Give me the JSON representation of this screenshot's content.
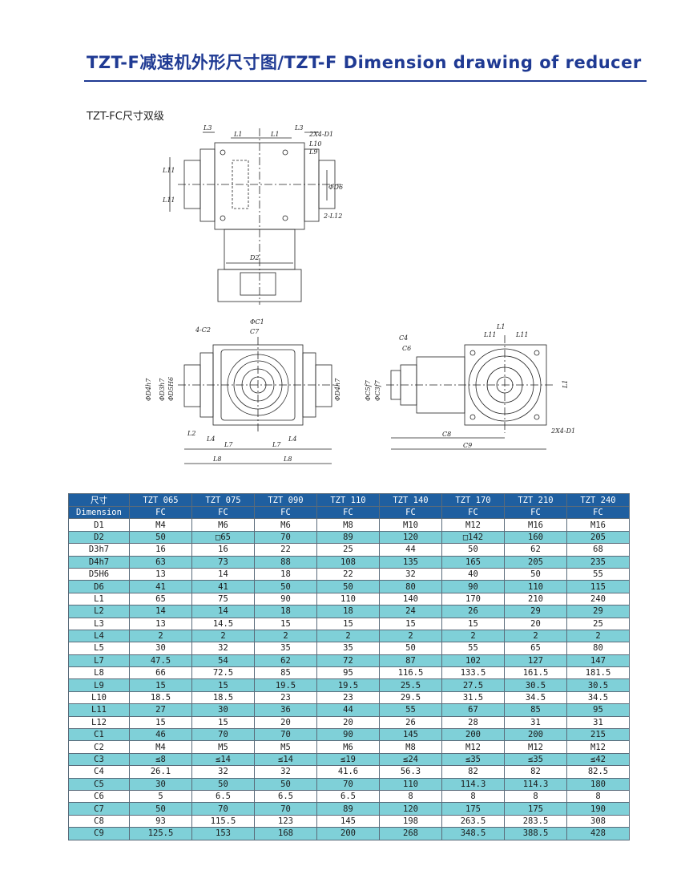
{
  "title": "TZT-F减速机外形尺寸图/TZT-F Dimension drawing of reducer",
  "subtitle": "TZT-FC尺寸双级",
  "drawing_labels": {
    "top_view": [
      "L3",
      "L1",
      "L1",
      "L3",
      "2X4-D1",
      "L10",
      "L9",
      "L11",
      "L11",
      "ΦD6",
      "2-L12",
      "D2"
    ],
    "front_view": [
      "ΦC1",
      "C7",
      "4-C2",
      "ΦD4h7",
      "ΦD3h7",
      "ΦD5H6",
      "ΦD4h7",
      "L2",
      "L4",
      "L7",
      "L8",
      "L7",
      "L4",
      "L8"
    ],
    "side_view": [
      "C4",
      "C6",
      "ΦC5f7",
      "ΦC3f7",
      "L1",
      "L11",
      "L11",
      "L1",
      "C8",
      "C9",
      "2X4-D1"
    ]
  },
  "table": {
    "header_row1": [
      "尺寸",
      "TZT 065",
      "TZT 075",
      "TZT 090",
      "TZT 110",
      "TZT 140",
      "TZT 170",
      "TZT 210",
      "TZT 240"
    ],
    "header_row2": [
      "Dimension",
      "FC",
      "FC",
      "FC",
      "FC",
      "FC",
      "FC",
      "FC",
      "FC"
    ],
    "rows": [
      [
        "D1",
        "M4",
        "M6",
        "M6",
        "M8",
        "M10",
        "M12",
        "M16",
        "M16"
      ],
      [
        "D2",
        "50",
        "□65",
        "70",
        "89",
        "120",
        "□142",
        "160",
        "205"
      ],
      [
        "D3h7",
        "16",
        "16",
        "22",
        "25",
        "44",
        "50",
        "62",
        "68"
      ],
      [
        "D4h7",
        "63",
        "73",
        "88",
        "108",
        "135",
        "165",
        "205",
        "235"
      ],
      [
        "D5H6",
        "13",
        "14",
        "18",
        "22",
        "32",
        "40",
        "50",
        "55"
      ],
      [
        "D6",
        "41",
        "41",
        "50",
        "50",
        "80",
        "90",
        "110",
        "115"
      ],
      [
        "L1",
        "65",
        "75",
        "90",
        "110",
        "140",
        "170",
        "210",
        "240"
      ],
      [
        "L2",
        "14",
        "14",
        "18",
        "18",
        "24",
        "26",
        "29",
        "29"
      ],
      [
        "L3",
        "13",
        "14.5",
        "15",
        "15",
        "15",
        "15",
        "20",
        "25"
      ],
      [
        "L4",
        "2",
        "2",
        "2",
        "2",
        "2",
        "2",
        "2",
        "2"
      ],
      [
        "L5",
        "30",
        "32",
        "35",
        "35",
        "50",
        "55",
        "65",
        "80"
      ],
      [
        "L7",
        "47.5",
        "54",
        "62",
        "72",
        "87",
        "102",
        "127",
        "147"
      ],
      [
        "L8",
        "66",
        "72.5",
        "85",
        "95",
        "116.5",
        "133.5",
        "161.5",
        "181.5"
      ],
      [
        "L9",
        "15",
        "15",
        "19.5",
        "19.5",
        "25.5",
        "27.5",
        "30.5",
        "30.5"
      ],
      [
        "L10",
        "18.5",
        "18.5",
        "23",
        "23",
        "29.5",
        "31.5",
        "34.5",
        "34.5"
      ],
      [
        "L11",
        "27",
        "30",
        "36",
        "44",
        "55",
        "67",
        "85",
        "95"
      ],
      [
        "L12",
        "15",
        "15",
        "20",
        "20",
        "26",
        "28",
        "31",
        "31"
      ],
      [
        "C1",
        "46",
        "70",
        "70",
        "90",
        "145",
        "200",
        "200",
        "215"
      ],
      [
        "C2",
        "M4",
        "M5",
        "M5",
        "M6",
        "M8",
        "M12",
        "M12",
        "M12"
      ],
      [
        "C3",
        "≤8",
        "≤14",
        "≤14",
        "≤19",
        "≤24",
        "≤35",
        "≤35",
        "≤42"
      ],
      [
        "C4",
        "26.1",
        "32",
        "32",
        "41.6",
        "56.3",
        "82",
        "82",
        "82.5"
      ],
      [
        "C5",
        "30",
        "50",
        "50",
        "70",
        "110",
        "114.3",
        "114.3",
        "180"
      ],
      [
        "C6",
        "5",
        "6.5",
        "6.5",
        "6.5",
        "8",
        "8",
        "8",
        "8"
      ],
      [
        "C7",
        "50",
        "70",
        "70",
        "89",
        "120",
        "175",
        "175",
        "190"
      ],
      [
        "C8",
        "93",
        "115.5",
        "123",
        "145",
        "198",
        "263.5",
        "283.5",
        "308"
      ],
      [
        "C9",
        "125.5",
        "153",
        "168",
        "200",
        "268",
        "348.5",
        "388.5",
        "428"
      ]
    ]
  }
}
